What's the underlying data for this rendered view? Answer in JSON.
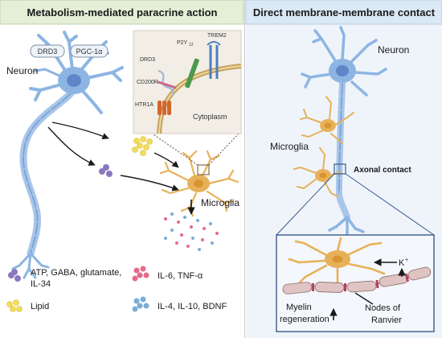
{
  "panels": {
    "left_title": "Metabolism-mediated paracrine action",
    "right_title": "Direct membrane-membrane contact"
  },
  "left": {
    "neuron_label": "Neuron",
    "marker_drd3": "DRD3",
    "marker_pgc": "PGC-1α",
    "microglia_label": "Microglia",
    "inset": {
      "p2y": "P2Y",
      "p2y_sub": "12",
      "trem2": "TREM2",
      "drd3": "DRD3",
      "cd200r": "CD200R",
      "htr1a": "HTR1A",
      "cytoplasm": "Cytoplasm"
    }
  },
  "right": {
    "neuron_label": "Neuron",
    "microglia_label": "Microglia",
    "axonal_contact": "Axonal contact",
    "potassium": "K",
    "potassium_sup": "+",
    "myelin_line1": "Myelin",
    "myelin_line2": "regeneration",
    "nodes_line1": "Nodes of",
    "nodes_line2": "Ranvier"
  },
  "legend": {
    "item1_line1": "ATP, GABA, glutamate,",
    "item1_line2": "IL-34",
    "item2": "Lipid",
    "item3": "IL-6, TNF-α",
    "item4": "IL-4, IL-10, BDNF"
  },
  "colors": {
    "left_header_bg": "#e3efd6",
    "right_header_bg": "#dbe8f5",
    "right_panel_bg": "#eef4fa",
    "neuron_blue": "#8db5e3",
    "neuron_nucleus": "#5f86c8",
    "microglia_orange": "#e7b15a",
    "microglia_nucleus": "#d99530",
    "lipid_yellow": "#f2dc5a",
    "purple_dot": "#8a78bf",
    "pink_dot": "#e46a8a",
    "blue_dot": "#7aaed8",
    "myelin": "#e0c4c4"
  }
}
